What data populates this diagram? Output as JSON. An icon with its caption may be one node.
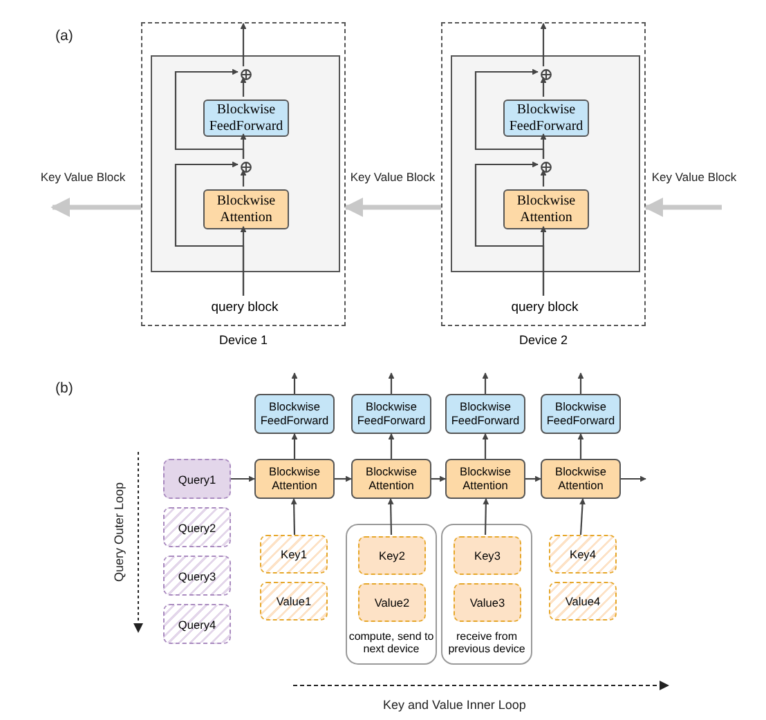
{
  "diagram": {
    "nodes": [
      {
        "text": [
          "Device 1"
        ]
      },
      {
        "text": [],
        "shape": "box",
        "in": 0
      },
      {
        "text": [],
        "shape": "circle",
        "in": 1
      },
      {
        "text": [
          "Blockwise FeedForward"
        ],
        "in": 1
      },
      {
        "text": [],
        "shape": "circle",
        "in": 1
      },
      {
        "text": [
          "Blockwise Attention"
        ],
        "in": 1
      },
      {
        "text": [
          "query block"
        ],
        "in": 0
      },
      {
        "text": [
          "Device 2"
        ]
      },
      {
        "text": [],
        "shape": "box",
        "in": 7
      },
      {
        "text": [],
        "shape": "circle",
        "in": 8
      },
      {
        "text": [
          "Blockwise FeedForward"
        ],
        "in": 8
      },
      {
        "text": [],
        "shape": "circle",
        "in": 8
      },
      {
        "text": [
          "Blockwise Attention"
        ],
        "in": 8
      },
      {
        "text": [
          "query block"
        ],
        "in": 7
      },
      {
        "text": [
          "Blockwise FeedForward"
        ]
      },
      {
        "text": [
          "Blockwise FeedForward"
        ]
      },
      {
        "text": [
          "Blockwise FeedForward"
        ]
      },
      {
        "text": [
          "Blockwise FeedForward"
        ]
      },
      {
        "text": [
          "Blockwise Attention"
        ]
      },
      {
        "text": [
          "Blockwise Attention"
        ]
      },
      {
        "text": [
          "Blockwise Attention"
        ]
      },
      {
        "text": [
          "Blockwise Attention"
        ]
      },
      {
        "text": [
          "Query1"
        ]
      },
      {
        "text": [
          "Query2"
        ]
      },
      {
        "text": [
          "Query3"
        ]
      },
      {
        "text": [
          "Query4"
        ]
      },
      {
        "text": [
          "Key1"
        ]
      },
      {
        "text": [
          "Value1"
        ]
      },
      {
        "text": [
          "compute, send to next device"
        ]
      },
      {
        "text": [
          "Key2"
        ],
        "in": 28
      },
      {
        "text": [
          "Value2"
        ],
        "in": 28
      },
      {
        "text": [
          "receive from previous device"
        ]
      },
      {
        "text": [
          "Key3"
        ],
        "in": 31
      },
      {
        "text": [
          "Value3"
        ],
        "in": 31
      },
      {
        "text": [
          "Key4"
        ]
      },
      {
        "text": [
          "Value4"
        ]
      }
    ],
    "edges": [
      {
        "from": 6,
        "to": 5,
        "arrow": "to"
      },
      {
        "from": 5,
        "to": 4,
        "arrow": "to"
      },
      {
        "from": 4,
        "to": 3,
        "arrow": "to"
      },
      {
        "from": 3,
        "to": 2,
        "arrow": "to"
      },
      {
        "from": 2,
        "to": null,
        "arrow": "to"
      },
      {
        "from": 6,
        "to": 4,
        "arrow": "to"
      },
      {
        "from": 4,
        "to": 2,
        "arrow": "to"
      },
      {
        "from": 13,
        "to": 12,
        "arrow": "to"
      },
      {
        "from": 12,
        "to": 11,
        "arrow": "to"
      },
      {
        "from": 11,
        "to": 10,
        "arrow": "to"
      },
      {
        "from": 10,
        "to": 9,
        "arrow": "to"
      },
      {
        "from": 9,
        "to": null,
        "arrow": "to"
      },
      {
        "from": 13,
        "to": 11,
        "arrow": "to"
      },
      {
        "from": 11,
        "to": 9,
        "arrow": "to"
      },
      {
        "from": 0,
        "to": null,
        "arrow": "to",
        "label": "Key Value Block",
        "style": "thick",
        "color": "#c8c8c8"
      },
      {
        "from": 7,
        "to": 0,
        "arrow": "to",
        "label": "Key Value Block",
        "style": "thick",
        "color": "#c8c8c8"
      },
      {
        "from": null,
        "to": 7,
        "arrow": "to",
        "label": "Key Value Block",
        "style": "thick",
        "color": "#c8c8c8"
      },
      {
        "from": 22,
        "to": 18,
        "arrow": "to"
      },
      {
        "from": 18,
        "to": 19,
        "arrow": "to"
      },
      {
        "from": 19,
        "to": 20,
        "arrow": "to"
      },
      {
        "from": 20,
        "to": 21,
        "arrow": "to"
      },
      {
        "from": 21,
        "to": null,
        "arrow": "to"
      },
      {
        "from": 18,
        "to": 14,
        "arrow": "to"
      },
      {
        "from": 19,
        "to": 15,
        "arrow": "to"
      },
      {
        "from": 20,
        "to": 16,
        "arrow": "to"
      },
      {
        "from": 21,
        "to": 17,
        "arrow": "to"
      },
      {
        "from": 14,
        "to": null,
        "arrow": "to"
      },
      {
        "from": 15,
        "to": null,
        "arrow": "to"
      },
      {
        "from": 16,
        "to": null,
        "arrow": "to"
      },
      {
        "from": 17,
        "to": null,
        "arrow": "to"
      },
      {
        "from": 26,
        "to": 18,
        "arrow": "to"
      },
      {
        "from": 29,
        "to": 19,
        "arrow": "to"
      },
      {
        "from": 32,
        "to": 20,
        "arrow": "to"
      },
      {
        "from": 34,
        "to": 21,
        "arrow": "to"
      }
    ],
    "labels": [
      "(a)",
      "(b)",
      "Query Outer Loop",
      "Key and Value Inner Loop"
    ]
  }
}
